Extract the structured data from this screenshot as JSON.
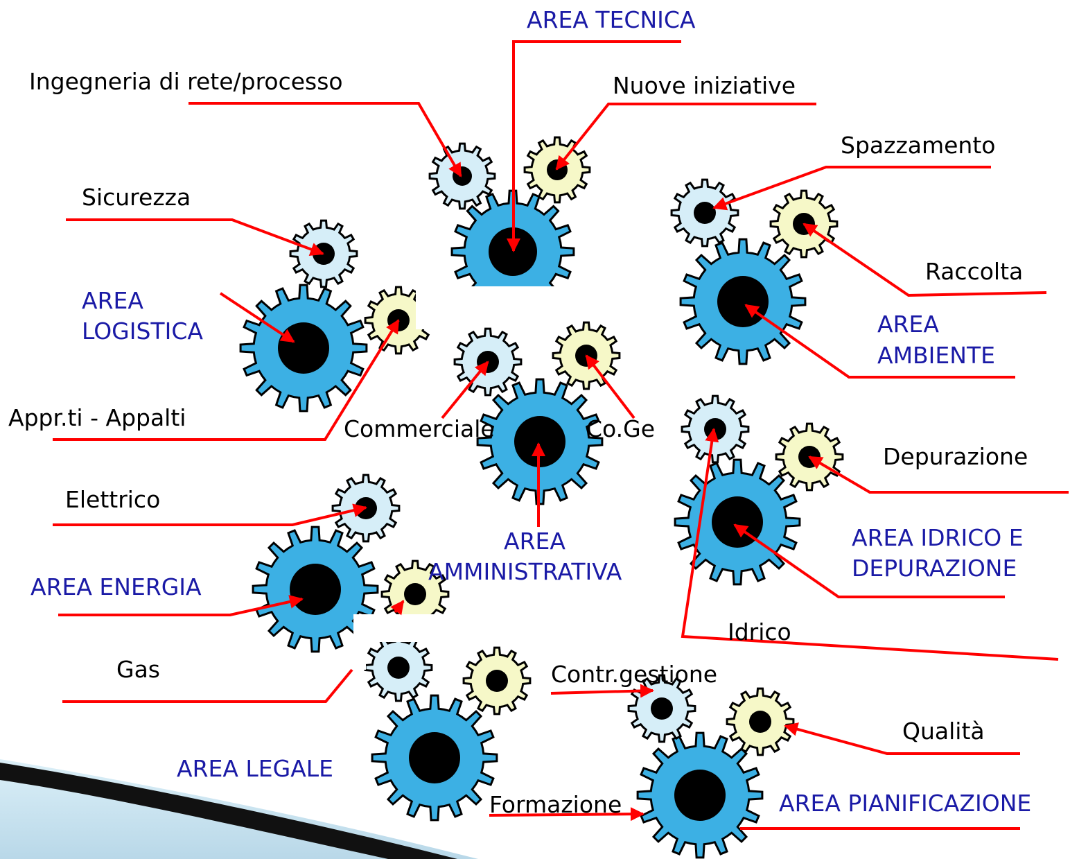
{
  "colors": {
    "big_gear": "#3cb0e4",
    "light_gear": "#d6eef8",
    "yellow_gear": "#f6f8c8",
    "hub": "#000000",
    "arrow": "#ff0000",
    "area_text": "#1a1aa6",
    "label_text": "#000000"
  },
  "areas": {
    "tecnica": "AREA TECNICA",
    "logistica": [
      "AREA",
      "LOGISTICA"
    ],
    "ambiente": [
      "AREA",
      "AMBIENTE"
    ],
    "amministrativa": [
      "AREA",
      "AMMINISTRATIVA"
    ],
    "idrico": [
      "AREA IDRICO E",
      "DEPURAZIONE"
    ],
    "energia": "AREA ENERGIA",
    "legale": "AREA LEGALE",
    "pianificazione": "AREA PIANIFICAZIONE"
  },
  "labels": {
    "ingegneria": "Ingegneria di rete/processo",
    "nuove_iniziative": "Nuove iniziative",
    "spazzamento": "Spazzamento",
    "sicurezza": "Sicurezza",
    "raccolta": "Raccolta",
    "appalti": "Appr.ti - Appalti",
    "commerciale": "Commerciale",
    "coge": "Co.Ge",
    "depurazione": "Depurazione",
    "elettrico": "Elettrico",
    "idrico": "Idrico",
    "gas": "Gas",
    "contr_gestione": "Contr.gestione",
    "qualita": "Qualità",
    "formazione": "Formazione"
  }
}
